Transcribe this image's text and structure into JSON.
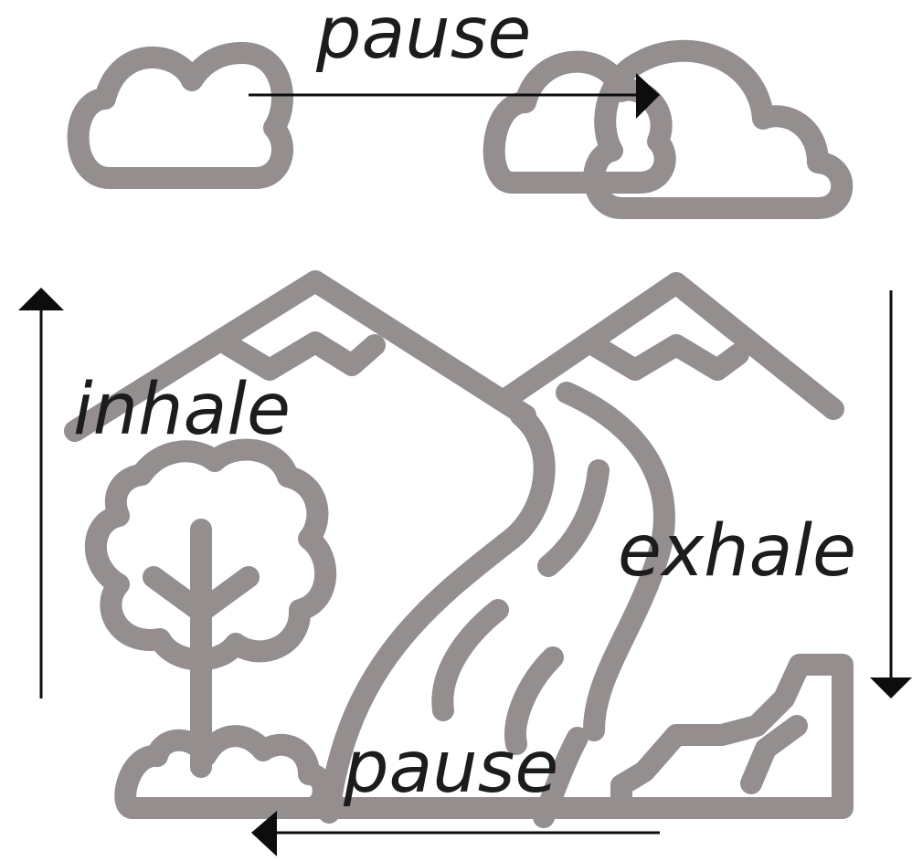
{
  "labels": {
    "pause_top": "pause",
    "inhale": "inhale",
    "exhale": "exhale",
    "pause_bottom": "pause"
  },
  "colors": {
    "illustration": "#948e8e",
    "arrows": "#0d0d0d",
    "text": "#1c1c1c",
    "background": "#ffffff"
  },
  "icons": [
    "cloud-icon",
    "mountain-icon",
    "river-icon",
    "tree-icon",
    "bush-icon",
    "rock-icon",
    "arrow-icon"
  ]
}
